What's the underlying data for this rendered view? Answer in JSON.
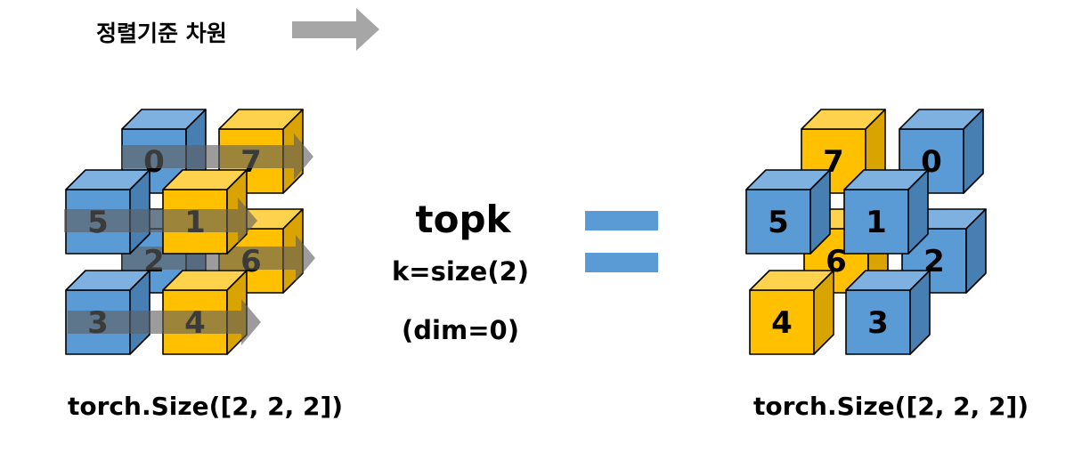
{
  "header": {
    "label": "정렬기준 차원"
  },
  "operation": {
    "name": "topk",
    "k_text": "k=size(2)",
    "dim_text": "(dim=0)"
  },
  "left_size": "torch.Size([2, 2, 2])",
  "right_size": "torch.Size([2, 2, 2])",
  "colors": {
    "blue": "#5b9bd5",
    "orange": "#ffc000",
    "arrow": "#7f7f7f",
    "equals": "#5b9bd5"
  },
  "left_cubes": [
    {
      "label": "0",
      "color": "blue"
    },
    {
      "label": "7",
      "color": "orange"
    },
    {
      "label": "2",
      "color": "blue"
    },
    {
      "label": "6",
      "color": "orange"
    },
    {
      "label": "5",
      "color": "blue"
    },
    {
      "label": "1",
      "color": "orange"
    },
    {
      "label": "3",
      "color": "blue"
    },
    {
      "label": "4",
      "color": "orange"
    }
  ],
  "right_cubes": [
    {
      "label": "7",
      "color": "orange"
    },
    {
      "label": "0",
      "color": "blue"
    },
    {
      "label": "6",
      "color": "orange"
    },
    {
      "label": "2",
      "color": "blue"
    },
    {
      "label": "5",
      "color": "blue"
    },
    {
      "label": "1",
      "color": "blue"
    },
    {
      "label": "4",
      "color": "orange"
    },
    {
      "label": "3",
      "color": "blue"
    }
  ]
}
